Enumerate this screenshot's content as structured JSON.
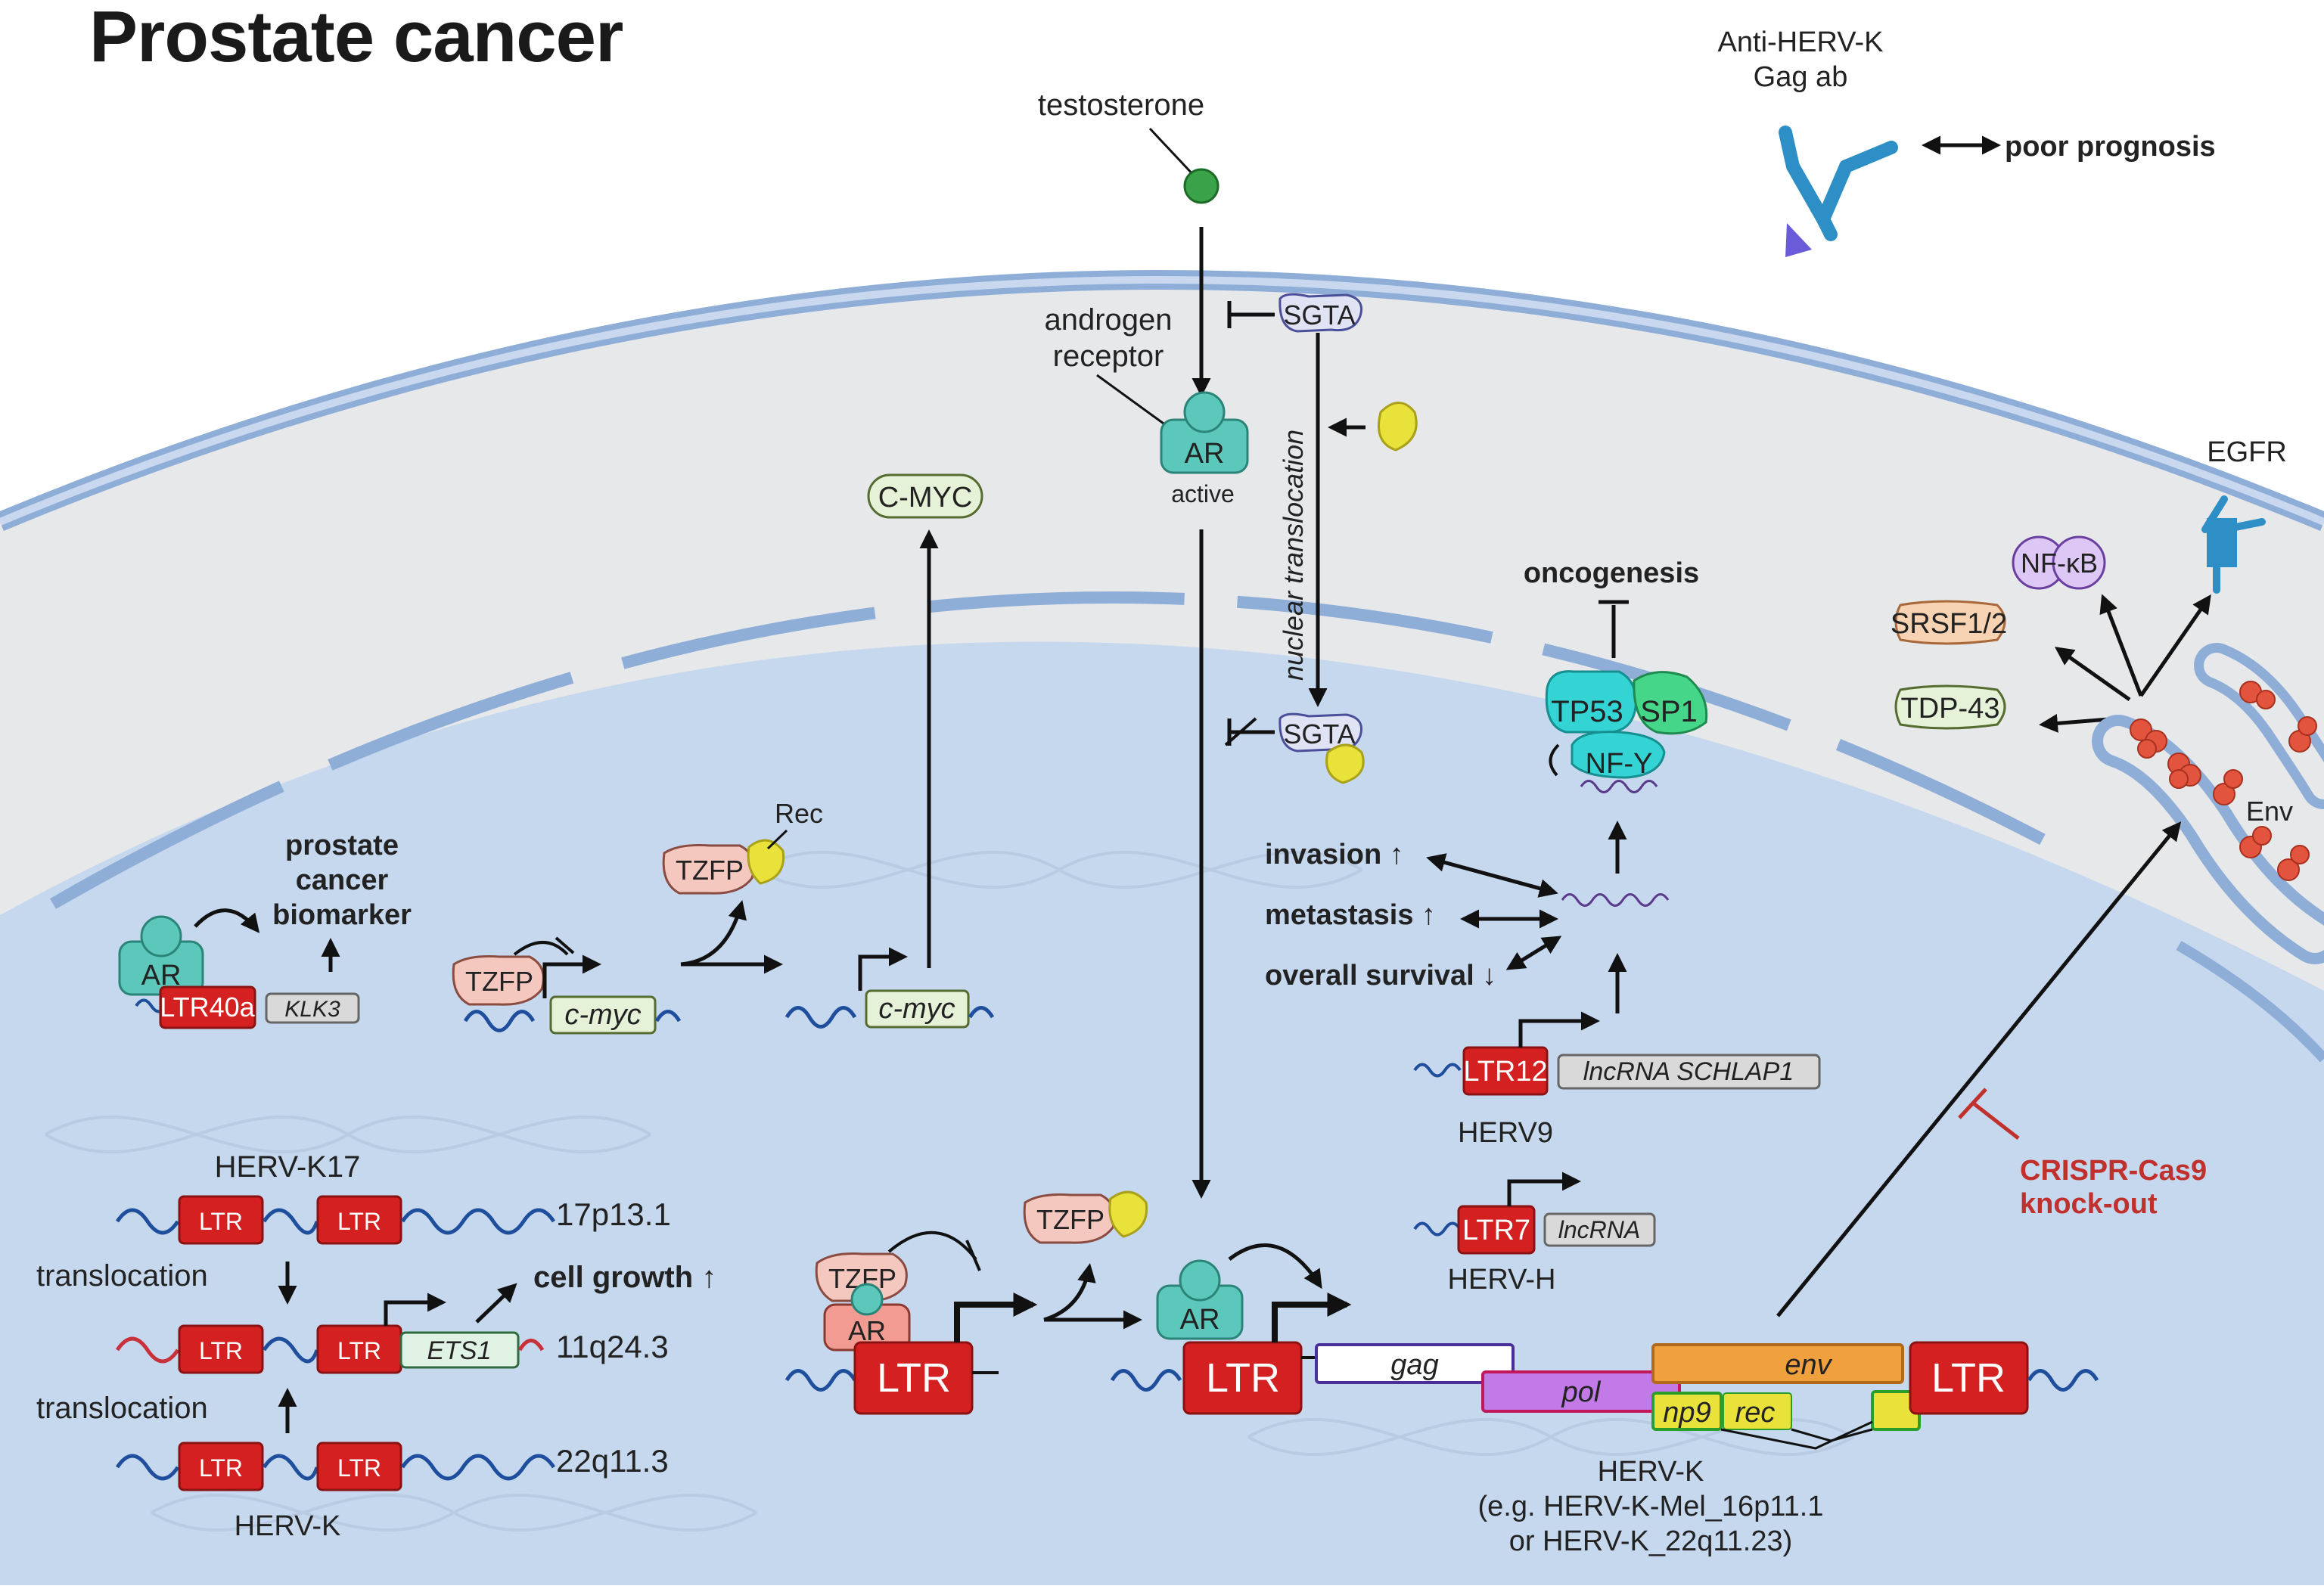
{
  "title": "Prostate cancer",
  "labels": {
    "testosterone": "testosterone",
    "anti_herv_line1": "Anti-HERV-K",
    "anti_herv_line2": "Gag ab",
    "poor_prognosis": "poor prognosis",
    "androgen_receptor_line1": "androgen",
    "androgen_receptor_line2": "receptor",
    "ar": "AR",
    "active": "active",
    "sgta": "SGTA",
    "nuclear_translocation": "nuclear translocation",
    "c_myc_protein": "C-MYC",
    "c_myc_gene": "c-myc",
    "egfr": "EGFR",
    "nfkb": "NF-κB",
    "srsf": "SRSF1/2",
    "tdp43": "TDP-43",
    "env_protein": "Env",
    "oncogenesis": "oncogenesis",
    "tp53": "TP53",
    "sp1": "SP1",
    "nfy": "NF-Y",
    "invasion": "invasion ↑",
    "metastasis": "metastasis ↑",
    "overall_survival": "overall survival ↓",
    "tzfp": "TZFP",
    "rec": "Rec",
    "biomarker_line1": "prostate",
    "biomarker_line2": "cancer",
    "biomarker_line3": "biomarker",
    "ltr40a": "LTR40a",
    "klk3": "KLK3",
    "ltr12": "LTR12",
    "lncrna_schlap1": "lncRNA SCHLAP1",
    "herv9": "HERV9",
    "ltr7": "LTR7",
    "lncrna": "lncRNA",
    "hervh": "HERV-H",
    "crispr_line1": "CRISPR-Cas9",
    "crispr_line2": "knock-out",
    "hervk17": "HERV-K17",
    "locus_17p": "17p13.1",
    "translocation": "translocation",
    "cell_growth": "cell growth ↑",
    "locus_11q": "11q24.3",
    "ets1": "ETS1",
    "locus_22q": "22q11.3",
    "hervk": "HERV-K",
    "ltr": "LTR",
    "gag": "gag",
    "pol": "pol",
    "env": "env",
    "np9": "np9",
    "rec_gene": "rec",
    "hervk_caption1": "HERV-K",
    "hervk_caption2": "(e.g. HERV-K-Mel_16p11.1",
    "hervk_caption3": "or HERV-K_22q11.23)"
  },
  "colors": {
    "ltr_red": "#d42020",
    "ar_teal": "#5cc7bb",
    "nucleus_blue": "#c5d8ee",
    "cytoplasm_grey": "#e7e8ea",
    "membrane_blue": "#8eaed8",
    "crispr_red": "#c0302c",
    "tzfp_pink": "#f4c7bf",
    "rec_yellow": "#e9e23a",
    "cmyc_green": "#e6f2d8",
    "env_orange": "#f0a03c",
    "pol_purple": "#c27ae6",
    "tp53_cyan": "#34d3d4",
    "sp1_green": "#46d68a",
    "nfkb_purple": "#dcc7f5",
    "srsf_orange": "#f7d3b3"
  }
}
